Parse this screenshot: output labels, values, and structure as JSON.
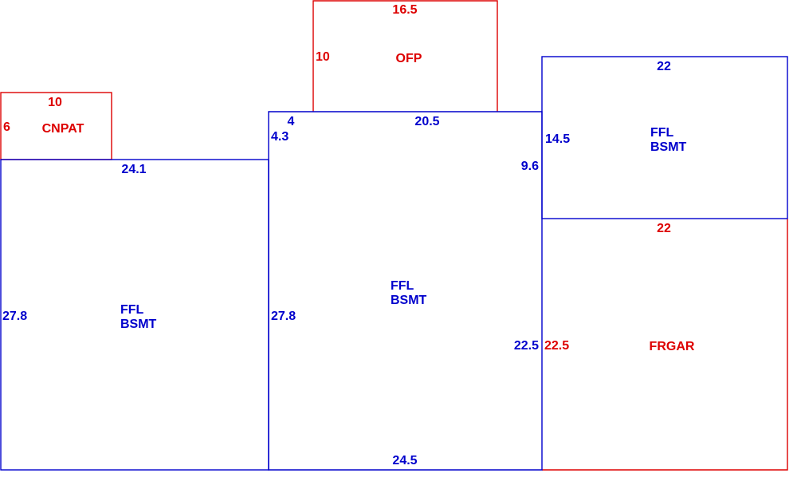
{
  "colors": {
    "living_area": "#0000cc",
    "non_living_area": "#dd0000"
  },
  "areas": {
    "cnpat": {
      "label_lines": [
        "CNPAT"
      ],
      "dims": {
        "top": "10",
        "left": "6"
      },
      "color": "#dd0000"
    },
    "ofp": {
      "label_lines": [
        "OFP"
      ],
      "dims": {
        "top": "16.5",
        "left": "10"
      },
      "color": "#dd0000"
    },
    "left_ffl": {
      "label_lines": [
        "FFL",
        "BSMT"
      ],
      "dims": {
        "top": "24.1",
        "left": "27.8"
      },
      "color": "#0000cc"
    },
    "center_ffl": {
      "label_lines": [
        "FFL",
        "BSMT"
      ],
      "dims": {
        "top_notch": "4",
        "notch_drop": "4.3",
        "top": "20.5",
        "left": "27.8",
        "right_upper": "9.6",
        "right_lower": "22.5",
        "bottom": "24.5"
      },
      "color": "#0000cc"
    },
    "right_ffl": {
      "label_lines": [
        "FFL",
        "BSMT"
      ],
      "dims": {
        "top": "22",
        "left": "14.5"
      },
      "color": "#0000cc"
    },
    "frgar": {
      "label_lines": [
        "FRGAR"
      ],
      "dims": {
        "top": "22",
        "left": "22.5"
      },
      "color": "#dd0000"
    }
  }
}
